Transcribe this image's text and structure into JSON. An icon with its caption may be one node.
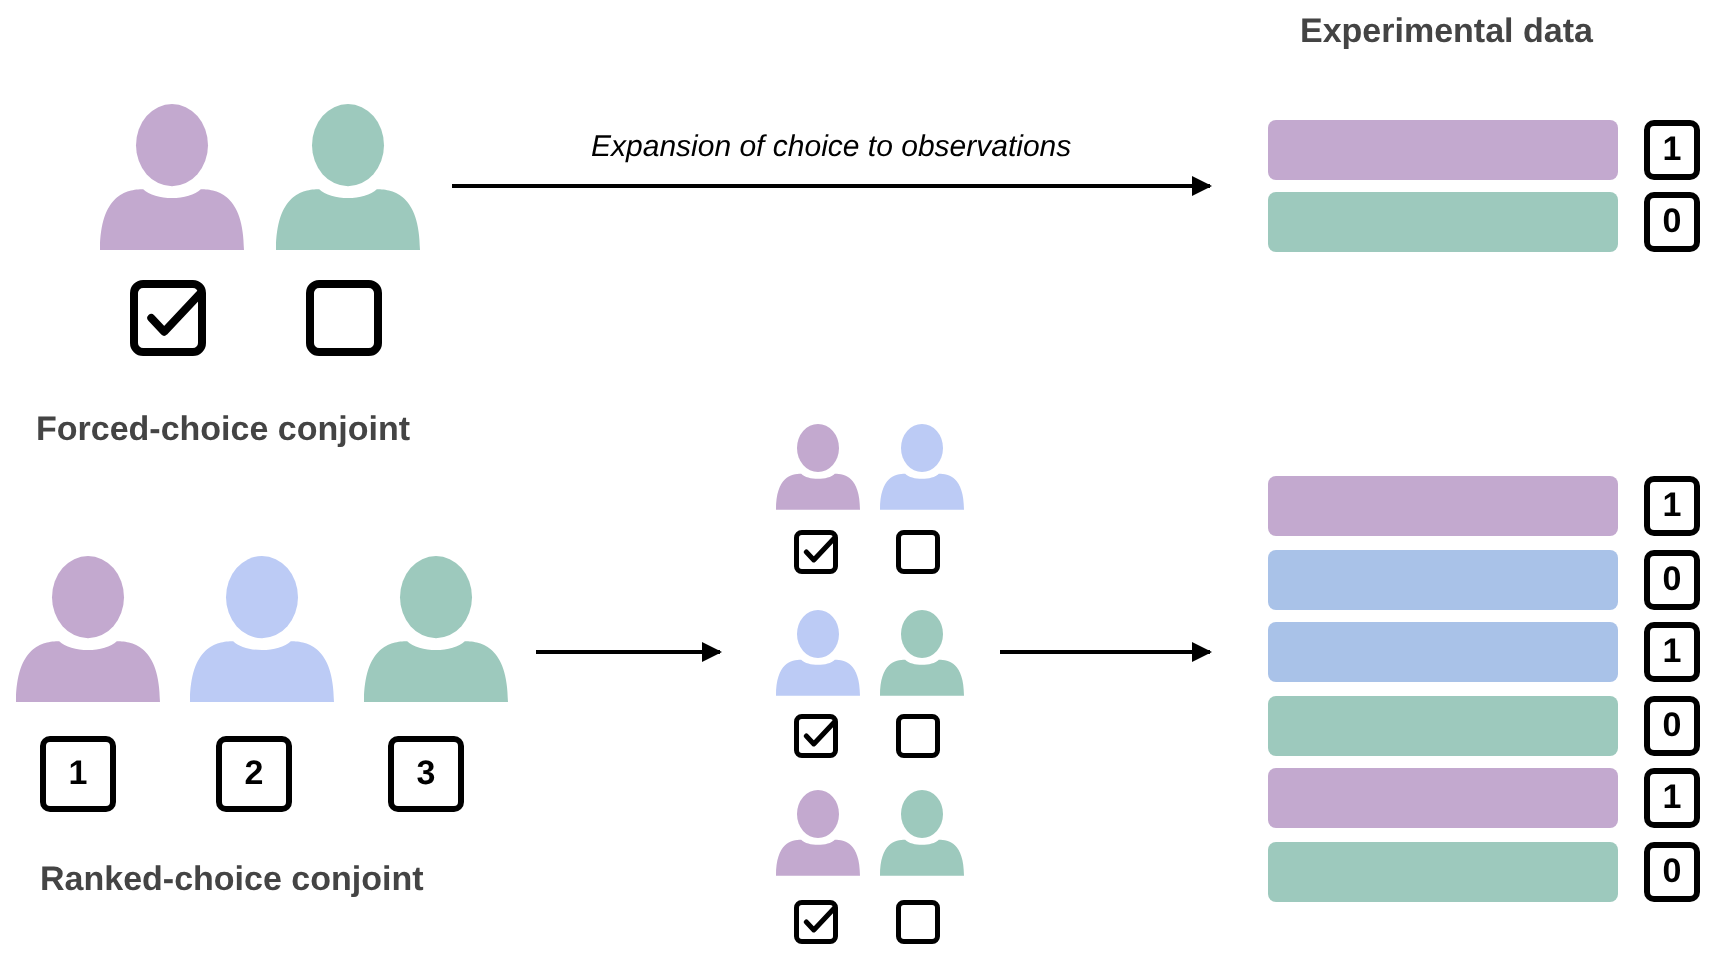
{
  "diagram": {
    "nodes": [
      {
        "text": [
          "Forced-choice conjoint"
        ]
      },
      {
        "text": [
          "Experimental data"
        ]
      },
      {
        "text": [],
        "shape": "bar",
        "in": 1
      },
      {
        "text": [
          "1"
        ],
        "in": 1
      },
      {
        "text": [],
        "shape": "bar",
        "in": 1
      },
      {
        "text": [
          "0"
        ],
        "in": 1
      },
      {
        "text": [
          "Ranked-choice conjoint"
        ]
      },
      {
        "text": [
          "1"
        ],
        "in": 6
      },
      {
        "text": [
          "2"
        ],
        "in": 6
      },
      {
        "text": [
          "3"
        ],
        "in": 6
      },
      {
        "text": [],
        "shape": "person"
      },
      {
        "text": [],
        "shape": "bar"
      },
      {
        "text": [],
        "shape": "bar",
        "in": 11
      },
      {
        "text": [
          "1"
        ],
        "in": 11
      },
      {
        "text": [],
        "shape": "bar",
        "in": 11
      },
      {
        "text": [
          "0"
        ],
        "in": 11
      },
      {
        "text": [],
        "shape": "bar",
        "in": 11
      },
      {
        "text": [
          "1"
        ],
        "in": 11
      },
      {
        "text": [],
        "shape": "bar",
        "in": 11
      },
      {
        "text": [
          "0"
        ],
        "in": 11
      },
      {
        "text": [],
        "shape": "bar",
        "in": 11
      },
      {
        "text": [
          "1"
        ],
        "in": 11
      },
      {
        "text": [],
        "shape": "bar",
        "in": 11
      },
      {
        "text": [
          "0"
        ],
        "in": 11
      }
    ],
    "edges": [
      {
        "from": 0,
        "to": 1,
        "arrow": "to",
        "label": "Expansion of choice to observations"
      },
      {
        "from": 6,
        "to": 10,
        "arrow": "to"
      },
      {
        "from": 10,
        "to": 11,
        "arrow": "to"
      }
    ]
  }
}
